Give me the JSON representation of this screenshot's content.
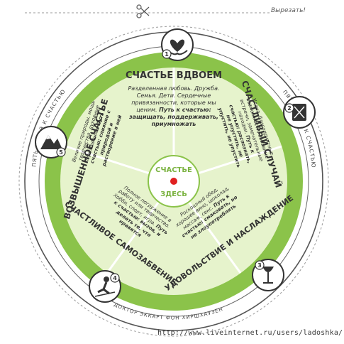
{
  "cut_label": "Вырезать!",
  "ring_label": "ПЯТЬ ПУТЕЙ К СЧАСТЬЮ",
  "bottom_ring_label": "ДОКТОР ЭККАРТ ФОН ХИРШХАУЗЕН",
  "center": {
    "top": "СЧАСТЬЕ",
    "bottom": "ЗДЕСЬ"
  },
  "colors": {
    "green_dark": "#7cb342",
    "green_mid": "#a5cf5f",
    "green_light": "#e6f3cc",
    "red_dot": "#e02020",
    "ink": "#333333"
  },
  "sectors": [
    {
      "number": "1",
      "icon": "heart-hands-icon",
      "title": "СЧАСТЬЕ ВДВОЕМ",
      "body": "Разделенная любовь. Дружба. Семья. Дети. Сердечные привязанности, которые мы ценим.",
      "path": "Путь к счастью: защищать, поддерживать, приумножать"
    },
    {
      "number": "2",
      "icon": "luck-icon",
      "title": "СЧАСТЛИВЫЙ СЛУЧАЙ",
      "body": "Удача, благоприятные возможности, забавные встречи, замечательные находки.",
      "path": "Путь к счастью: распознать, не упустить, не упустить, не упустить"
    },
    {
      "number": "3",
      "icon": "wine-glass-icon",
      "title": "УДОВОЛЬСТВИЕ И НАСЛАЖДЕНИЕ",
      "body": "Роскошный обед, хорошее вино, шоколад, массаж, секс.",
      "path": "Путь к счастью: смаковать, но не злоупотреблять"
    },
    {
      "number": "4",
      "icon": "skier-icon",
      "title": "СЧАСТЛИВОЕ САМОЗАБВЕНИЕ",
      "body": "Полное погружение в работу или творчество. Хобби, спорт, игра.",
      "path": "Путь к счастью: вызов, и делать то, что нравится"
    },
    {
      "number": "5",
      "icon": "mountain-icon",
      "title": "ВОЗВЫШЕННОЕ СЧАСТЬЕ",
      "body": "Величие природы, мощь творчества, духовные переживания.",
      "path": "Путь к счастью: слияние с природой и растворение в ней"
    }
  ],
  "watermark": "http://www.liveinternet.ru/users/ladoshka/"
}
